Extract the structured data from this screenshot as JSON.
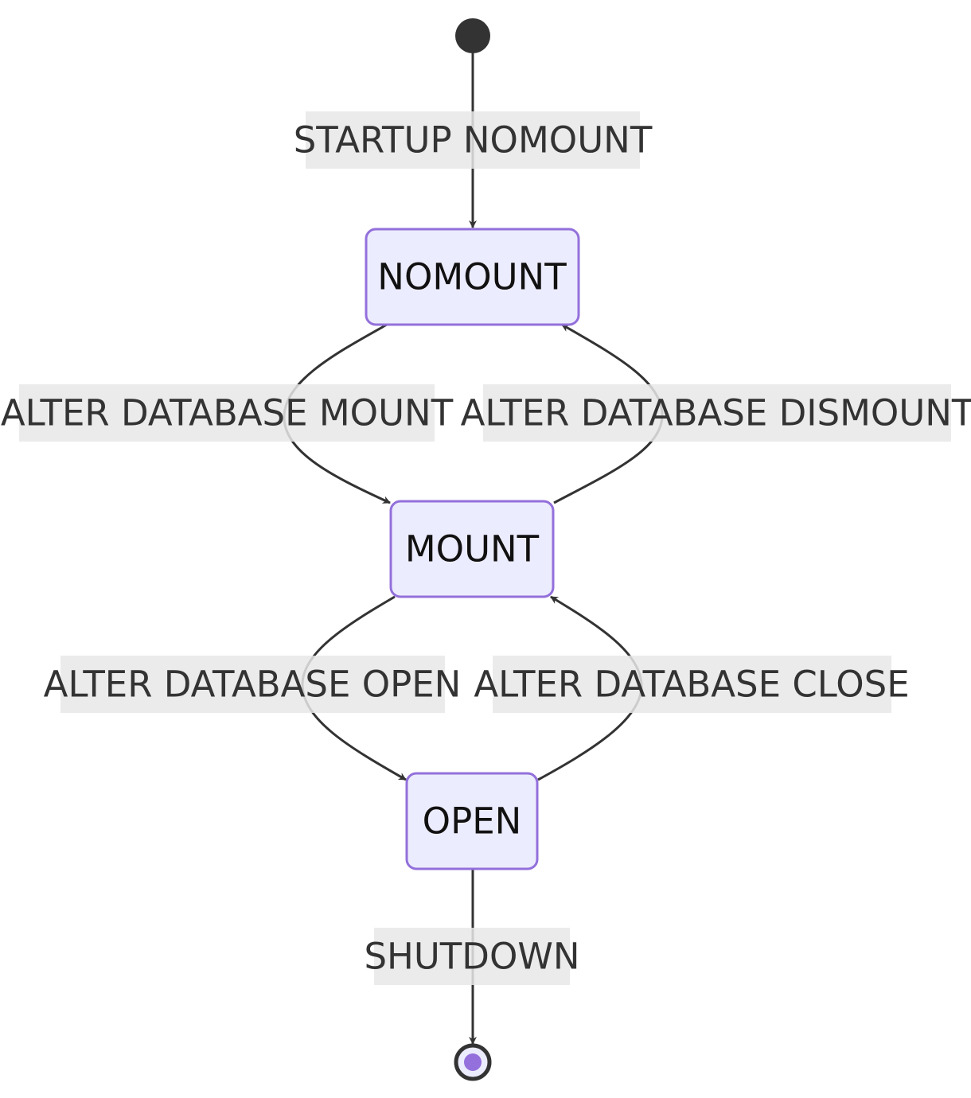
{
  "states": {
    "nomount": {
      "label": "NOMOUNT"
    },
    "mount": {
      "label": "MOUNT"
    },
    "open": {
      "label": "OPEN"
    }
  },
  "transitions": {
    "startup": {
      "label": "STARTUP NOMOUNT"
    },
    "mount": {
      "label": "ALTER DATABASE MOUNT"
    },
    "dismount": {
      "label": "ALTER DATABASE DISMOUNT"
    },
    "open": {
      "label": "ALTER DATABASE OPEN"
    },
    "close": {
      "label": "ALTER DATABASE CLOSE"
    },
    "shutdown": {
      "label": "SHUTDOWN"
    }
  },
  "colors": {
    "state_fill": "#ECECFF",
    "state_border": "#9370DB",
    "edge": "#333333",
    "label_bg": "#e8e8e8",
    "end_inner": "#9370DB"
  }
}
